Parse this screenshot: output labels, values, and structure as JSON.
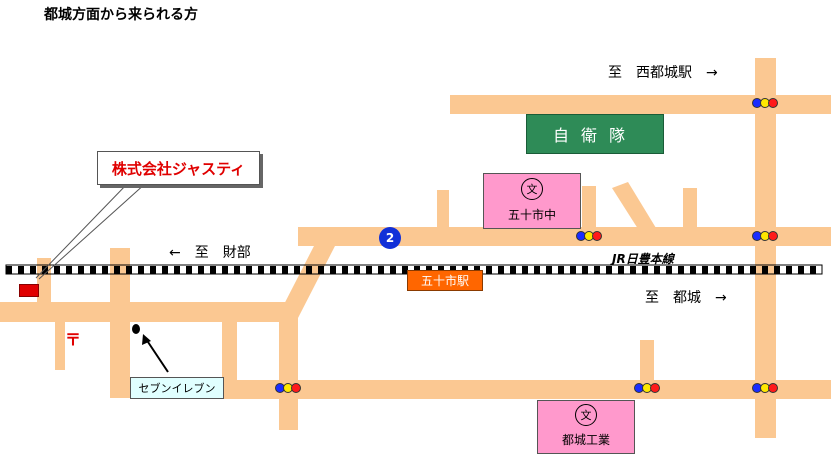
{
  "title": "都城方面から来られる方",
  "directions": {
    "nishi_miyakonojo": "至　西都城駅　→",
    "zaibu": "←　至　財部",
    "miyakonojo": "至　都城　→"
  },
  "company": {
    "label": "株式会社ジャスティ",
    "color": "#e00000"
  },
  "landmarks": {
    "jsdf": "自衛隊",
    "school_gojuichi": {
      "icon": "文",
      "name": "五十市中"
    },
    "school_kogyo": {
      "icon": "文",
      "name": "都城工業"
    },
    "station": "五十市駅",
    "seven_eleven": "セブンイレブン",
    "route_number": "2",
    "postal_mark": "〒"
  },
  "railway": {
    "label": "JR日豊本線"
  },
  "colors": {
    "road": "#fbc892",
    "jsdf": "#2e8b57",
    "school": "#ff99cc",
    "station": "#ff6600",
    "seven_eleven": "#e0ffff",
    "route_badge": "#1230d8",
    "signal_blue": "#1a2cff",
    "signal_yellow": "#ffe800",
    "signal_red": "#ff1a1a"
  },
  "icons": {
    "company_marker": "red-rectangle",
    "seven_marker": "black-dot",
    "school": "circle-文",
    "traffic_signal": "blue-yellow-red-dots"
  }
}
